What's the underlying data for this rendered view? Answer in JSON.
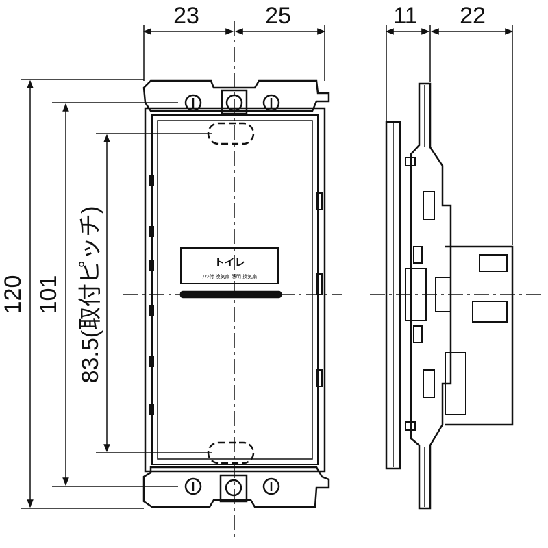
{
  "dimensions": {
    "front_width_left": "23",
    "front_width_right": "25",
    "side_depth_front": "11",
    "side_depth_back": "22",
    "total_height": "120",
    "plate_height": "101",
    "mounting_pitch": "83.5(取付ピッチ)"
  },
  "switch_label": {
    "title": "トイレ",
    "subtitle": "ﾌｧﾝ付 換気扇 照明 換気扇"
  }
}
